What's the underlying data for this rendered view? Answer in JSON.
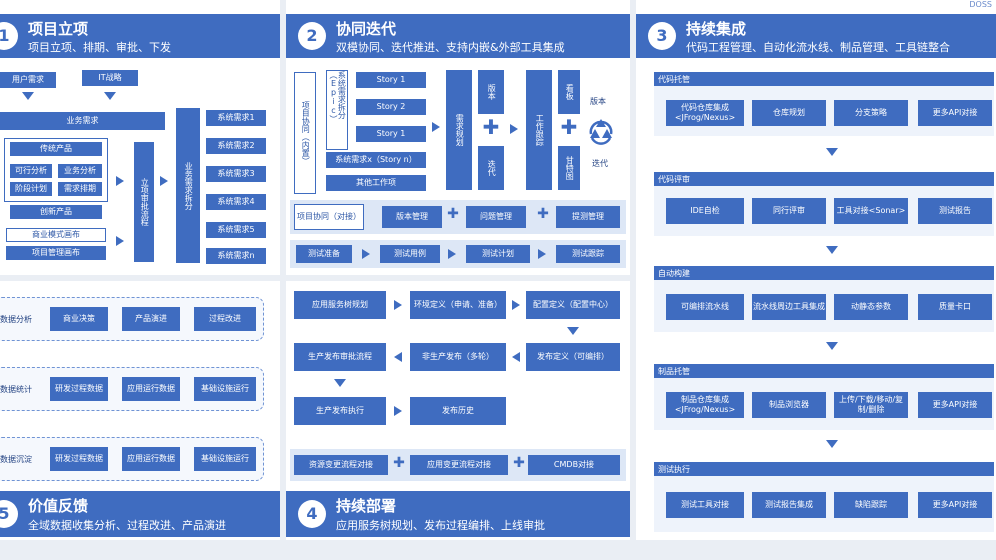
{
  "panel1": {
    "number": "1",
    "title": "项目立项",
    "subtitle": "项目立项、排期、审批、下发",
    "user_demand": "用户需求",
    "it_strategy": "IT战略",
    "business_demand": "业务需求",
    "traditional_product": "传统产品",
    "feasibility": "可行分析",
    "business_analysis": "业务分析",
    "stage_plan": "阶段计划",
    "demand_schedule": "需求排期",
    "innovative_product": "创新产品",
    "business_model": "商业模式画布",
    "project_canvas": "项目管理画布",
    "approval_flow": "立项审批流程",
    "split": "业务需求拆分",
    "sys": [
      "系统需求1",
      "系统需求2",
      "系统需求3",
      "系统需求4",
      "系统需求5",
      "系统需求n"
    ]
  },
  "panel2": {
    "number": "2",
    "title": "协同迭代",
    "subtitle": "双模协同、迭代推进、支持内嵌&外部工具集成",
    "project_collab": "项目协同（内置）",
    "sys_split": "系统需求拆分（Epic）",
    "stories": [
      "Story 1",
      "Story 2",
      "Story 1"
    ],
    "story_n": "系统需求x（Story n）",
    "other_work": "其他工作项",
    "req_plan": "需求规划",
    "version": "版本",
    "iteration": "迭代",
    "work_track": "工作跟踪",
    "kanban": "看板",
    "gantt": "甘特图",
    "version_label": "版本",
    "iteration_label": "迭代",
    "collab_external": "项目协同（对接）",
    "version_mgmt": "版本管理",
    "issue_mgmt": "问题管理",
    "bug_mgmt": "提测管理",
    "test_prep": "测试准备",
    "test_case": "测试用例",
    "test_plan": "测试计划",
    "test_track": "测试跟踪"
  },
  "panel3": {
    "number": "3",
    "title": "持续集成",
    "subtitle": "代码工程管理、自动化流水线、制品管理、工具链整合",
    "sections": [
      {
        "name": "代码托管",
        "items": [
          "代码仓库集成<JFrog/Nexus>",
          "仓库规划",
          "分支策略",
          "更多API对接"
        ]
      },
      {
        "name": "代码评审",
        "items": [
          "IDE自检",
          "同行评审",
          "工具对接<Sonar>",
          "测试报告"
        ]
      },
      {
        "name": "自动构建",
        "items": [
          "可编排流水线",
          "流水线周边工具集成",
          "动静态参数",
          "质量卡口"
        ]
      },
      {
        "name": "制品托管",
        "items": [
          "制品仓库集成<JFrog/Nexus>",
          "制品浏览器",
          "上传/下载/移动/复制/删除",
          "更多API对接"
        ]
      },
      {
        "name": "测试执行",
        "items": [
          "测试工具对接",
          "测试报告集成",
          "缺陷跟踪",
          "更多API对接"
        ]
      }
    ]
  },
  "panel4": {
    "number": "4",
    "title": "持续部署",
    "subtitle": "应用服务树规划、发布过程编排、上线审批",
    "service_tree": "应用服务树规划",
    "env_def": "环境定义（申请、准备）",
    "config_def": "配置定义（配置中心）",
    "prod_release": "生产发布审批流程",
    "nonprod_release": "非生产发布（多轮）",
    "release_def": "发布定义（可编排）",
    "prod_exec": "生产发布执行",
    "release_history": "发布历史",
    "resource_flow": "资源变更流程对接",
    "app_flow": "应用变更流程对接",
    "cmdb": "CMDB对接"
  },
  "panel5": {
    "number": "5",
    "title": "价值反馈",
    "subtitle": "全域数据收集分析、过程改进、产品演进",
    "rows": [
      {
        "label": "数据分析",
        "items": [
          "商业决策",
          "产品演进",
          "过程改进"
        ]
      },
      {
        "label": "数据统计",
        "items": [
          "研发过程数据",
          "应用运行数据",
          "基础设施运行"
        ]
      },
      {
        "label": "数据沉淀",
        "items": [
          "研发过程数据",
          "应用运行数据",
          "基础设施运行"
        ]
      }
    ]
  },
  "corner_text": "DOSS"
}
